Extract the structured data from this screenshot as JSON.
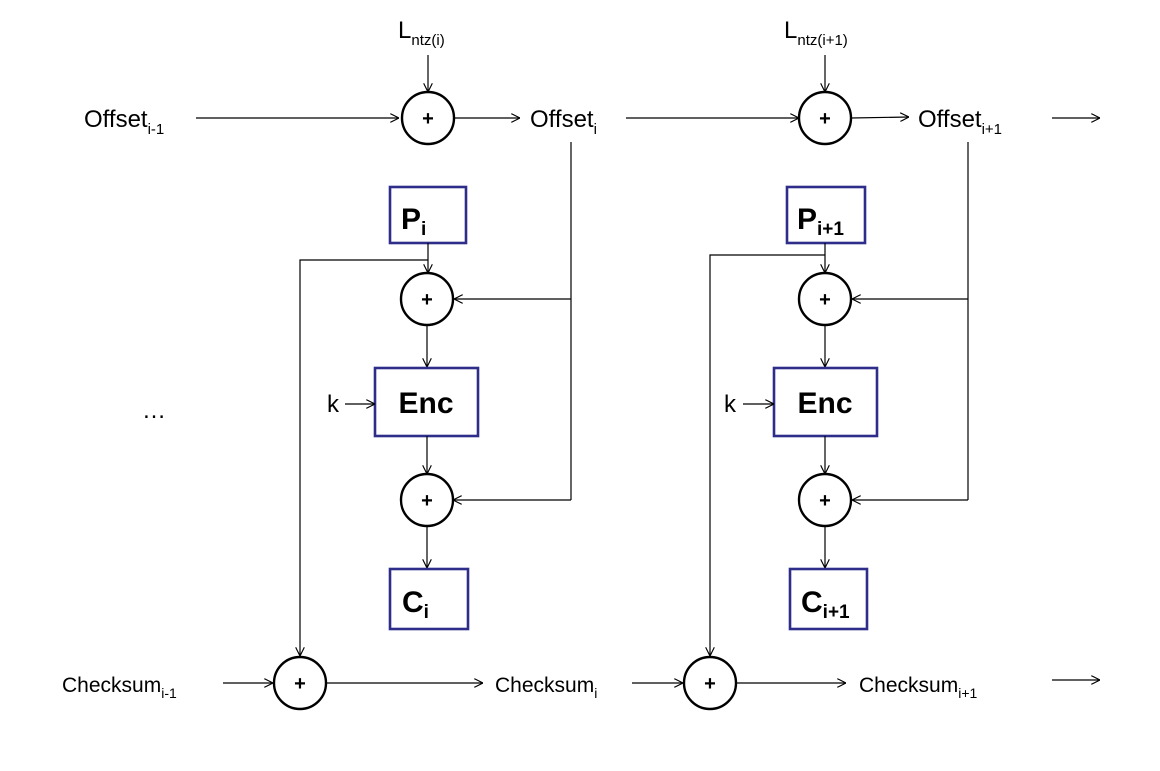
{
  "labels": {
    "offset_prev": {
      "base": "Offset",
      "sub": "i-1"
    },
    "offset_i": {
      "base": "Offset",
      "sub": "i"
    },
    "offset_next": {
      "base": "Offset",
      "sub": "i+1"
    },
    "l_i": {
      "base": "L",
      "sub": "ntz(i)"
    },
    "l_next": {
      "base": "L",
      "sub": "ntz(i+1)"
    },
    "checksum_prev": {
      "base": "Checksum",
      "sub": "i-1"
    },
    "checksum_i": {
      "base": "Checksum",
      "sub": "i"
    },
    "checksum_next": {
      "base": "Checksum",
      "sub": "i+1"
    },
    "ellipsis": "…",
    "key": "k"
  },
  "blocks": [
    {
      "plaintext": {
        "base": "P",
        "sub": "i"
      },
      "encryptor": "Enc",
      "ciphertext": {
        "base": "C",
        "sub": "i"
      }
    },
    {
      "plaintext": {
        "base": "P",
        "sub": "i+1"
      },
      "encryptor": "Enc",
      "ciphertext": {
        "base": "C",
        "sub": "i+1"
      }
    }
  ],
  "operator": "+",
  "colors": {
    "box_border": "#2e2e8a",
    "line": "#000000"
  }
}
